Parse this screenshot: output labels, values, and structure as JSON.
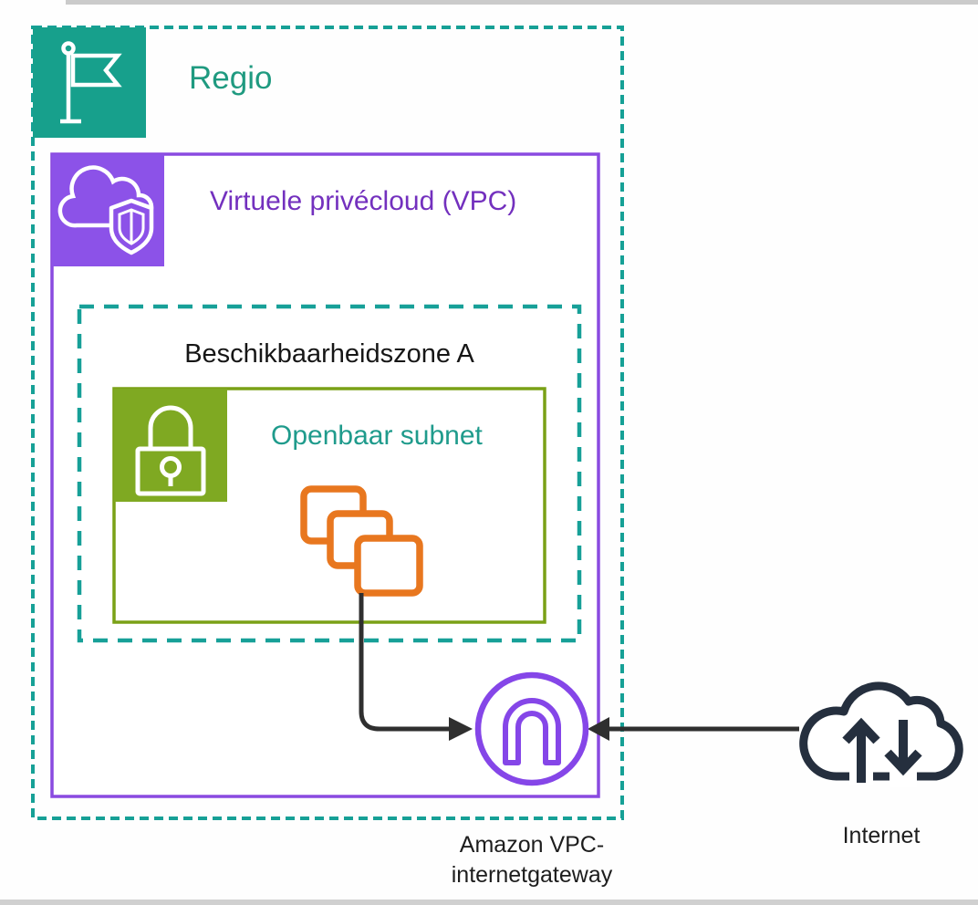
{
  "colors": {
    "region_fill": "#17A08C",
    "region_border": "#16A096",
    "region_text": "#1F9A80",
    "vpc_fill": "#8C52E8",
    "vpc_border": "#8A4AE0",
    "vpc_text": "#7330BE",
    "az_border": "#17A098",
    "az_text": "#161616",
    "subnet_fill": "#7FA922",
    "subnet_border": "#7AA116",
    "subnet_text": "#1F9B8C",
    "instance_orange": "#E8771F",
    "gateway_purple": "#8546E8",
    "connector": "#2F2F2F",
    "internet_dark": "#252F3E",
    "text_dark": "#1D1D1D"
  },
  "region": {
    "label": "Regio",
    "icon": "flag-icon"
  },
  "vpc": {
    "label": "Virtuele privécloud (VPC)",
    "icon": "cloud-shield-icon"
  },
  "availability_zone": {
    "label": "Beschikbaarheidszone A"
  },
  "subnet": {
    "label": "Openbaar subnet",
    "icon": "lock-icon"
  },
  "instances": {
    "icon": "instance-stack-icon"
  },
  "internet_gateway": {
    "label_lines": [
      "Amazon VPC-",
      "internetgateway"
    ],
    "icon": "internet-gateway-icon"
  },
  "internet": {
    "label": "Internet",
    "icon": "internet-cloud-icon"
  }
}
